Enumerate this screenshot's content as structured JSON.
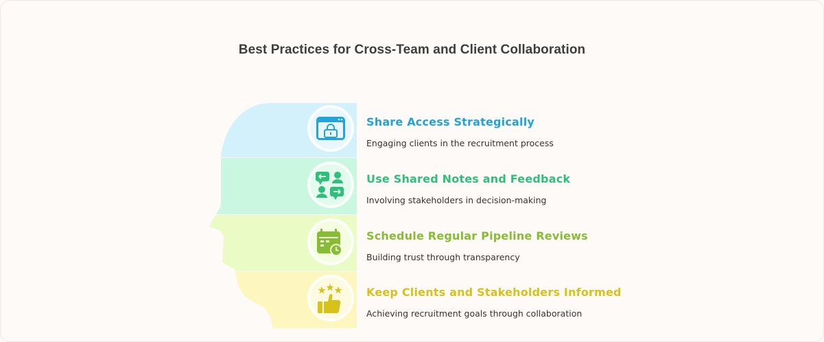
{
  "title": "Best Practices for Cross-Team and Client Collaboration",
  "items": [
    {
      "title": "Share Access Strategically",
      "description": "Engaging clients in the recruitment process",
      "icon": "browser-lock-icon",
      "color": "#22a3d9",
      "band": "#d3f1fb"
    },
    {
      "title": "Use Shared Notes and Feedback",
      "description": "Involving stakeholders in decision-making",
      "icon": "people-chat-icon",
      "color": "#2fbf7a",
      "band": "#c9f7df"
    },
    {
      "title": "Schedule Regular Pipeline Reviews",
      "description": "Building trust through transparency",
      "icon": "calendar-clock-icon",
      "color": "#86bd34",
      "band": "#ebfbc6"
    },
    {
      "title": "Keep Clients and Stakeholders Informed",
      "description": "Achieving recruitment goals through collaboration",
      "icon": "thumbs-up-stars-icon",
      "color": "#d6c21b",
      "band": "#fdf6be"
    }
  ]
}
